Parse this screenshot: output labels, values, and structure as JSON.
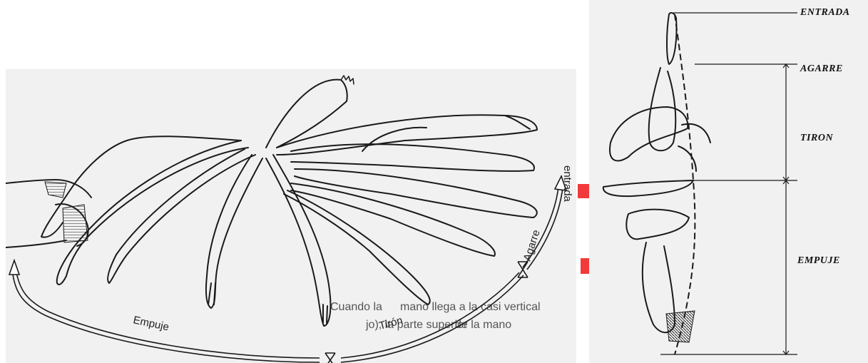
{
  "left_diagram": {
    "arrow_labels": {
      "empuje": "Empuje",
      "tiron": "Tirón",
      "agarre": "Agarre",
      "entrada": "entrada"
    },
    "bleed_text": {
      "line1": "Cuando la",
      "line1b": "mano llega a la casi vertical",
      "line2": "jo), la parte superior",
      "line2b": "de la mano"
    }
  },
  "right_diagram": {
    "phase_labels": {
      "entrada": "ENTRADA",
      "agarre": "AGARRE",
      "tiron": "TIRON",
      "empuje": "EMPUJE"
    }
  },
  "colors": {
    "ink": "#1a1a1a",
    "paper": "#f1f1f1",
    "accent_red": "#f23a3a"
  }
}
